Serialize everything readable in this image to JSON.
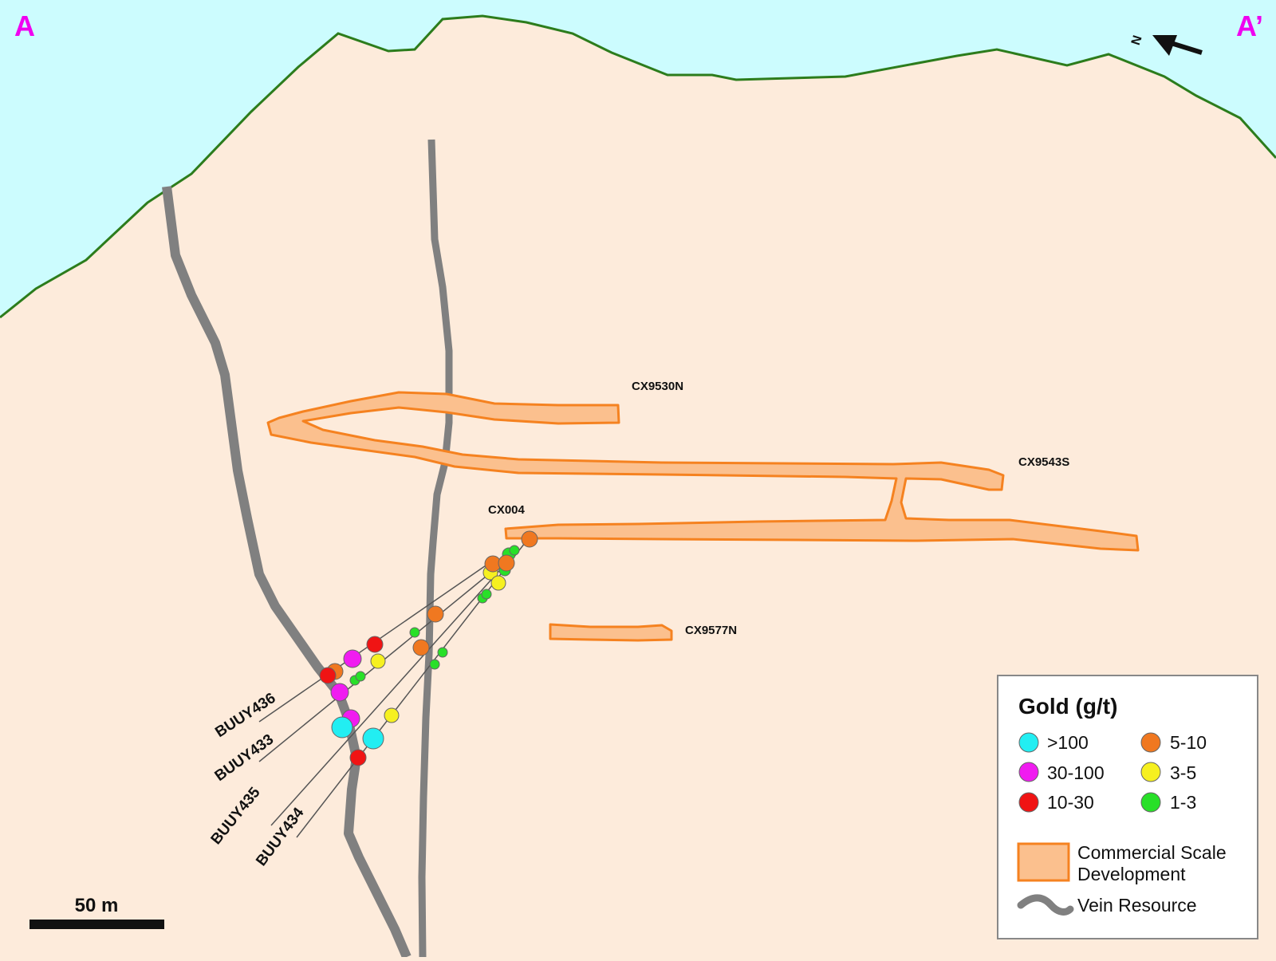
{
  "section": {
    "start_label": "A",
    "end_label": "A’",
    "north_label": "N"
  },
  "workings": [
    {
      "id": "cx9530n",
      "label": "CX9530N"
    },
    {
      "id": "cx9543s",
      "label": "CX9543S"
    },
    {
      "id": "cx004",
      "label": "CX004"
    },
    {
      "id": "cx9577n",
      "label": "CX9577N"
    }
  ],
  "drillholes": [
    {
      "id": "buuy436",
      "label": "BUUY436"
    },
    {
      "id": "buuy433",
      "label": "BUUY433"
    },
    {
      "id": "buuy435",
      "label": "BUUY435"
    },
    {
      "id": "buuy434",
      "label": "BUUY434"
    }
  ],
  "scale_bar": {
    "label": "50 m"
  },
  "legend": {
    "title": "Gold (g/t)",
    "grades": [
      {
        "id": "gt100",
        "label": ">100",
        "color": "#22eef2"
      },
      {
        "id": "g30-100",
        "label": "30-100",
        "color": "#f01cf0"
      },
      {
        "id": "g10-30",
        "label": "10-30",
        "color": "#f01414"
      },
      {
        "id": "g5-10",
        "label": "5-10",
        "color": "#f07820"
      },
      {
        "id": "g3-5",
        "label": "3-5",
        "color": "#f6f020"
      },
      {
        "id": "g1-3",
        "label": "1-3",
        "color": "#28e028"
      }
    ],
    "development_label_1": "Commercial Scale",
    "development_label_2": "Development",
    "vein_label": "Vein Resource"
  },
  "colors": {
    "sky": "#ccfcfe",
    "ground": "#fdebdb",
    "topography": "#2c7c1c",
    "development_fill": "#fbc08e",
    "development_stroke": "#f58220",
    "vein": "#808080"
  }
}
